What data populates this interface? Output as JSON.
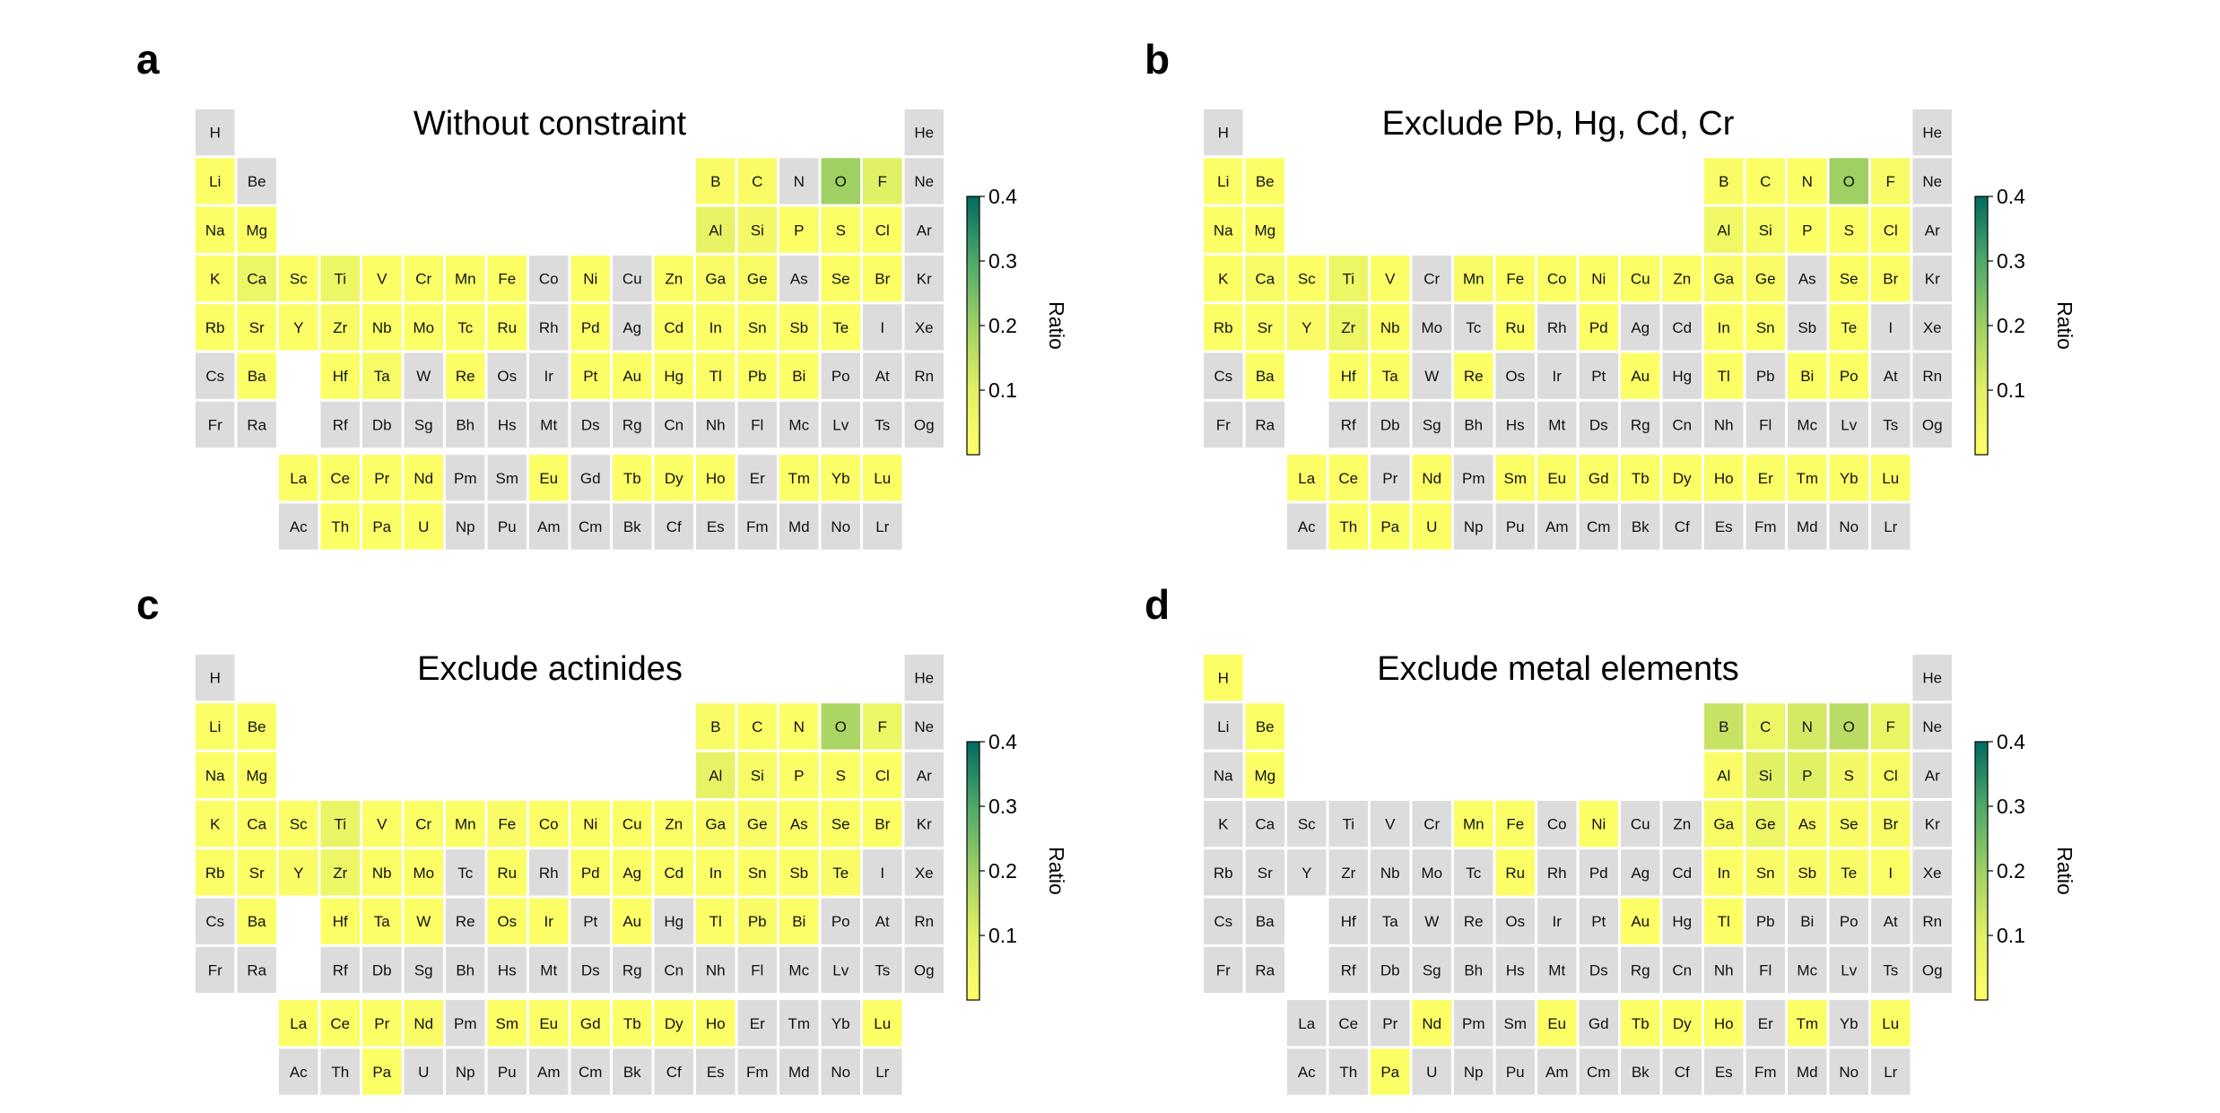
{
  "colorbar": {
    "label": "Ratio",
    "ticks": [
      "0.1",
      "0.2",
      "0.3",
      "0.4"
    ],
    "tick_values": [
      0.1,
      0.2,
      0.3,
      0.4
    ],
    "range": [
      0.0,
      0.4
    ]
  },
  "colors": {
    "empty": "#dcdcdc",
    "colormap_low": "#ffff66",
    "colormap_mid": "#9fd063",
    "colormap_high": "#006b5e"
  },
  "layout": {
    "periods": [
      [
        "H",
        "",
        "",
        "",
        "",
        "",
        "",
        "",
        "",
        "",
        "",
        "",
        "",
        "",
        "",
        "",
        "",
        "He"
      ],
      [
        "Li",
        "Be",
        "",
        "",
        "",
        "",
        "",
        "",
        "",
        "",
        "",
        "",
        "B",
        "C",
        "N",
        "O",
        "F",
        "Ne"
      ],
      [
        "Na",
        "Mg",
        "",
        "",
        "",
        "",
        "",
        "",
        "",
        "",
        "",
        "",
        "Al",
        "Si",
        "P",
        "S",
        "Cl",
        "Ar"
      ],
      [
        "K",
        "Ca",
        "Sc",
        "Ti",
        "V",
        "Cr",
        "Mn",
        "Fe",
        "Co",
        "Ni",
        "Cu",
        "Zn",
        "Ga",
        "Ge",
        "As",
        "Se",
        "Br",
        "Kr"
      ],
      [
        "Rb",
        "Sr",
        "Y",
        "Zr",
        "Nb",
        "Mo",
        "Tc",
        "Ru",
        "Rh",
        "Pd",
        "Ag",
        "Cd",
        "In",
        "Sn",
        "Sb",
        "Te",
        "I",
        "Xe"
      ],
      [
        "Cs",
        "Ba",
        "",
        "Hf",
        "Ta",
        "W",
        "Re",
        "Os",
        "Ir",
        "Pt",
        "Au",
        "Hg",
        "Tl",
        "Pb",
        "Bi",
        "Po",
        "At",
        "Rn"
      ],
      [
        "Fr",
        "Ra",
        "",
        "Rf",
        "Db",
        "Sg",
        "Bh",
        "Hs",
        "Mt",
        "Ds",
        "Rg",
        "Cn",
        "Nh",
        "Fl",
        "Mc",
        "Lv",
        "Ts",
        "Og"
      ]
    ],
    "lanthanides": [
      "La",
      "Ce",
      "Pr",
      "Nd",
      "Pm",
      "Sm",
      "Eu",
      "Gd",
      "Tb",
      "Dy",
      "Ho",
      "Er",
      "Tm",
      "Yb",
      "Lu"
    ],
    "actinides": [
      "Ac",
      "Th",
      "Pa",
      "U",
      "Np",
      "Pu",
      "Am",
      "Cm",
      "Bk",
      "Cf",
      "Es",
      "Fm",
      "Md",
      "No",
      "Lr"
    ]
  },
  "chart_data": [
    {
      "type": "heatmap",
      "panel_label": "a",
      "title": "Without constraint",
      "values": {
        "Li": 0.01,
        "Be": 0.0,
        "B": 0.02,
        "C": 0.02,
        "N": 0.0,
        "O": 0.2,
        "F": 0.1,
        "Na": 0.01,
        "Mg": 0.01,
        "Al": 0.08,
        "Si": 0.04,
        "P": 0.01,
        "S": 0.01,
        "Cl": 0.01,
        "K": 0.01,
        "Ca": 0.06,
        "Sc": 0.01,
        "Ti": 0.06,
        "V": 0.01,
        "Cr": 0.01,
        "Mn": 0.01,
        "Fe": 0.01,
        "Co": 0.0,
        "Ni": 0.01,
        "Cu": 0.0,
        "Zn": 0.01,
        "Ga": 0.02,
        "Ge": 0.03,
        "As": 0.0,
        "Se": 0.01,
        "Br": 0.01,
        "Rb": 0.01,
        "Sr": 0.01,
        "Y": 0.01,
        "Zr": 0.02,
        "Nb": 0.01,
        "Mo": 0.01,
        "Tc": 0.01,
        "Ru": 0.01,
        "Rh": 0.0,
        "Pd": 0.01,
        "Ag": 0.0,
        "Cd": 0.01,
        "In": 0.01,
        "Sn": 0.01,
        "Sb": 0.01,
        "Te": 0.01,
        "I": 0.0,
        "Cs": 0.0,
        "Ba": 0.01,
        "Hf": 0.01,
        "Ta": 0.03,
        "W": 0.0,
        "Re": 0.01,
        "Os": 0.0,
        "Ir": 0.0,
        "Pt": 0.01,
        "Au": 0.01,
        "Hg": 0.01,
        "Tl": 0.01,
        "Pb": 0.01,
        "Bi": 0.01,
        "Po": 0.0,
        "La": 0.01,
        "Ce": 0.01,
        "Pr": 0.01,
        "Nd": 0.01,
        "Pm": 0.0,
        "Sm": 0.0,
        "Eu": 0.01,
        "Gd": 0.0,
        "Tb": 0.01,
        "Dy": 0.01,
        "Ho": 0.01,
        "Er": 0.0,
        "Tm": 0.01,
        "Yb": 0.01,
        "Lu": 0.01,
        "Th": 0.01,
        "Pa": 0.01,
        "U": 0.01
      }
    },
    {
      "type": "heatmap",
      "panel_label": "b",
      "title": "Exclude Pb, Hg, Cd, Cr",
      "values": {
        "Li": 0.01,
        "Be": 0.01,
        "B": 0.02,
        "C": 0.01,
        "N": 0.01,
        "O": 0.2,
        "F": 0.03,
        "Na": 0.01,
        "Mg": 0.01,
        "Al": 0.05,
        "Si": 0.03,
        "P": 0.01,
        "S": 0.01,
        "Cl": 0.01,
        "K": 0.01,
        "Ca": 0.03,
        "Sc": 0.01,
        "Ti": 0.06,
        "V": 0.01,
        "Cr": 0.0,
        "Mn": 0.02,
        "Fe": 0.01,
        "Co": 0.01,
        "Ni": 0.01,
        "Cu": 0.01,
        "Zn": 0.01,
        "Ga": 0.02,
        "Ge": 0.02,
        "As": 0.0,
        "Se": 0.01,
        "Br": 0.01,
        "Rb": 0.01,
        "Sr": 0.01,
        "Y": 0.02,
        "Zr": 0.06,
        "Nb": 0.01,
        "Mo": 0.0,
        "Tc": 0.0,
        "Ru": 0.01,
        "Rh": 0.0,
        "Pd": 0.01,
        "Ag": 0.0,
        "Cd": 0.0,
        "In": 0.01,
        "Sn": 0.01,
        "Sb": 0.0,
        "Te": 0.01,
        "I": 0.0,
        "Cs": 0.0,
        "Ba": 0.01,
        "Hf": 0.01,
        "Ta": 0.01,
        "W": 0.0,
        "Re": 0.01,
        "Os": 0.0,
        "Ir": 0.0,
        "Pt": 0.0,
        "Au": 0.01,
        "Hg": 0.0,
        "Tl": 0.01,
        "Pb": 0.0,
        "Bi": 0.01,
        "Po": 0.01,
        "La": 0.01,
        "Ce": 0.01,
        "Pr": 0.0,
        "Nd": 0.01,
        "Pm": 0.0,
        "Sm": 0.01,
        "Eu": 0.01,
        "Gd": 0.01,
        "Tb": 0.01,
        "Dy": 0.01,
        "Ho": 0.01,
        "Er": 0.01,
        "Tm": 0.01,
        "Yb": 0.01,
        "Lu": 0.01,
        "Th": 0.01,
        "Pa": 0.01,
        "U": 0.01
      }
    },
    {
      "type": "heatmap",
      "panel_label": "c",
      "title": "Exclude actinides",
      "values": {
        "Li": 0.01,
        "Be": 0.01,
        "B": 0.02,
        "C": 0.01,
        "N": 0.01,
        "O": 0.18,
        "F": 0.06,
        "Na": 0.01,
        "Mg": 0.01,
        "Al": 0.08,
        "Si": 0.03,
        "P": 0.01,
        "S": 0.01,
        "Cl": 0.01,
        "K": 0.01,
        "Ca": 0.01,
        "Sc": 0.01,
        "Ti": 0.07,
        "V": 0.01,
        "Cr": 0.01,
        "Mn": 0.01,
        "Fe": 0.02,
        "Co": 0.01,
        "Ni": 0.01,
        "Cu": 0.01,
        "Zn": 0.01,
        "Ga": 0.02,
        "Ge": 0.02,
        "As": 0.01,
        "Se": 0.01,
        "Br": 0.01,
        "Rb": 0.01,
        "Sr": 0.01,
        "Y": 0.02,
        "Zr": 0.06,
        "Nb": 0.01,
        "Mo": 0.01,
        "Tc": 0.0,
        "Ru": 0.01,
        "Rh": 0.0,
        "Pd": 0.01,
        "Ag": 0.01,
        "Cd": 0.01,
        "In": 0.01,
        "Sn": 0.01,
        "Sb": 0.01,
        "Te": 0.02,
        "I": 0.0,
        "Cs": 0.0,
        "Ba": 0.01,
        "Hf": 0.01,
        "Ta": 0.01,
        "W": 0.01,
        "Re": 0.0,
        "Os": 0.01,
        "Ir": 0.01,
        "Pt": 0.0,
        "Au": 0.01,
        "Hg": 0.0,
        "Tl": 0.01,
        "Pb": 0.02,
        "Bi": 0.01,
        "Po": 0.0,
        "La": 0.01,
        "Ce": 0.01,
        "Pr": 0.01,
        "Nd": 0.02,
        "Pm": 0.0,
        "Sm": 0.01,
        "Eu": 0.01,
        "Gd": 0.01,
        "Tb": 0.01,
        "Dy": 0.01,
        "Ho": 0.01,
        "Er": 0.0,
        "Tm": 0.0,
        "Yb": 0.0,
        "Lu": 0.01,
        "Th": 0.0,
        "Pa": 0.01,
        "U": 0.0
      }
    },
    {
      "type": "heatmap",
      "panel_label": "d",
      "title": "Exclude metal elements",
      "values": {
        "H": 0.01,
        "Li": 0.0,
        "Be": 0.01,
        "B": 0.14,
        "C": 0.06,
        "N": 0.12,
        "O": 0.16,
        "F": 0.07,
        "Na": 0.0,
        "Mg": 0.01,
        "Al": 0.02,
        "Si": 0.1,
        "P": 0.1,
        "S": 0.04,
        "Cl": 0.03,
        "K": 0.0,
        "Ca": 0.0,
        "Sc": 0.0,
        "Ti": 0.0,
        "V": 0.0,
        "Cr": 0.0,
        "Mn": 0.01,
        "Fe": 0.01,
        "Co": 0.0,
        "Ni": 0.01,
        "Cu": 0.0,
        "Zn": 0.0,
        "Ga": 0.03,
        "Ge": 0.06,
        "As": 0.02,
        "Se": 0.02,
        "Br": 0.02,
        "Rb": 0.0,
        "Sr": 0.0,
        "Y": 0.0,
        "Zr": 0.0,
        "Nb": 0.0,
        "Mo": 0.0,
        "Tc": 0.0,
        "Ru": 0.01,
        "Rh": 0.0,
        "Pd": 0.0,
        "Ag": 0.0,
        "Cd": 0.0,
        "In": 0.01,
        "Sn": 0.02,
        "Sb": 0.02,
        "Te": 0.02,
        "I": 0.01,
        "Cs": 0.0,
        "Ba": 0.0,
        "Hf": 0.0,
        "Ta": 0.0,
        "W": 0.0,
        "Re": 0.0,
        "Os": 0.0,
        "Ir": 0.0,
        "Pt": 0.0,
        "Au": 0.01,
        "Hg": 0.0,
        "Tl": 0.01,
        "Pb": 0.0,
        "Bi": 0.0,
        "Po": 0.0,
        "La": 0.0,
        "Ce": 0.0,
        "Pr": 0.0,
        "Nd": 0.01,
        "Pm": 0.0,
        "Sm": 0.0,
        "Eu": 0.01,
        "Gd": 0.0,
        "Tb": 0.01,
        "Dy": 0.01,
        "Ho": 0.01,
        "Er": 0.0,
        "Tm": 0.01,
        "Yb": 0.0,
        "Lu": 0.01,
        "Th": 0.0,
        "Pa": 0.01,
        "U": 0.0
      }
    }
  ]
}
